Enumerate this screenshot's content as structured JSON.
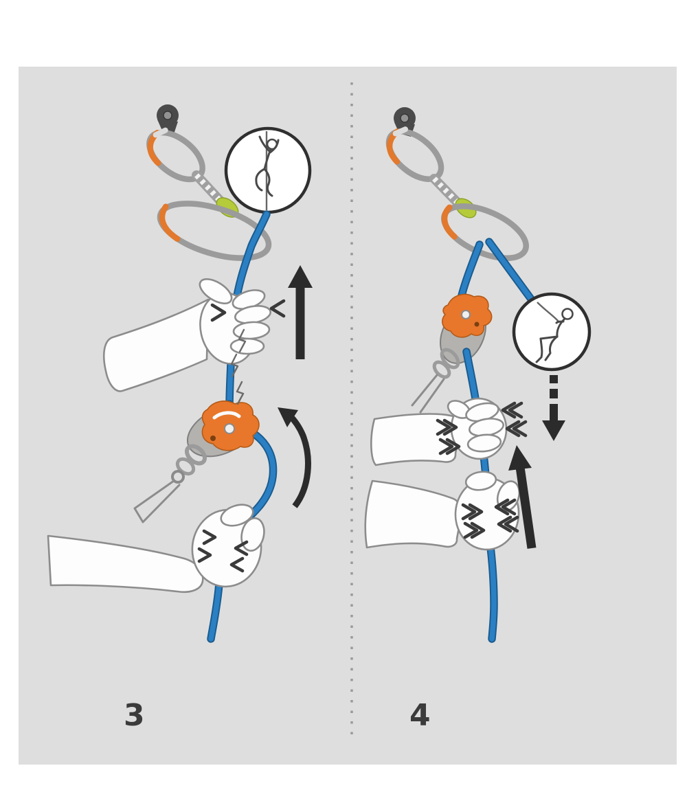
{
  "colors": {
    "pageBg": "#ffffff",
    "panelBg": "#dfdede",
    "divider": "#9a9a9a",
    "rope": "#2b80c4",
    "ropeDark": "#1a5c8f",
    "metal": "#9b9b9b",
    "gateOrange": "#e2792d",
    "keeperGreen": "#b5cb3a",
    "boltDark": "#4a4a4a",
    "deviceOrange": "#e8772b",
    "deviceGray": "#b4b2af",
    "handFill": "#fdfdfd",
    "handStroke": "#8c8c8c",
    "arrow": "#2b2b2b",
    "mark": "#3a3a3a",
    "figure": "#484848",
    "insetBg": "#ffffff",
    "insetBorder": "#2f2f2f",
    "label": "#3b3b3b"
  },
  "panels": [
    {
      "step_label": "3",
      "inset": "climber-ascending",
      "elements": [
        "bolt-hanger",
        "quickdraw",
        "rope",
        "guide-hand",
        "brake-fist",
        "belay-device",
        "harness-lanyard",
        "up-arrow",
        "rotate-arrow"
      ]
    },
    {
      "step_label": "4",
      "inset": "climber-lowering",
      "elements": [
        "bolt-hanger",
        "quickdraw",
        "rope",
        "upper-brake-fist",
        "lower-brake-fist",
        "belay-device",
        "harness-chain",
        "down-dashed-arrow",
        "up-arrow"
      ]
    }
  ]
}
